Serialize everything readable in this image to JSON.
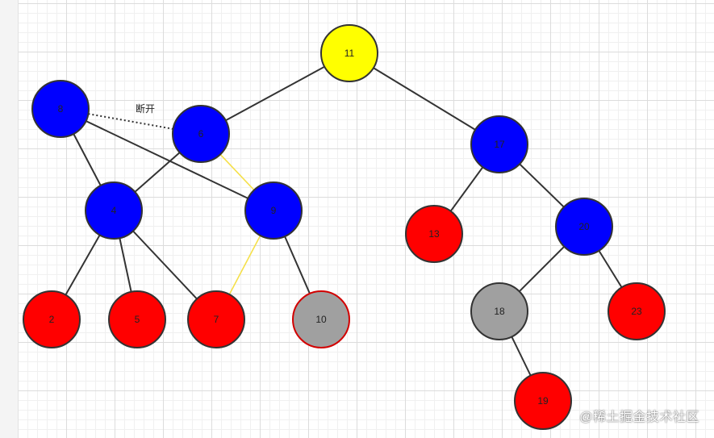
{
  "diagram": {
    "annotation": "断开",
    "colors": {
      "red": "#ff0000",
      "blue": "#0000ff",
      "yellow": "#ffff00",
      "gray": "#a0a0a0",
      "stroke": "#333333",
      "edge": "#333333",
      "highlight_edge": "#f5e04a",
      "highlight_stroke": "#d20000"
    },
    "nodes": [
      {
        "id": "n11",
        "label": "11",
        "color": "yellow"
      },
      {
        "id": "n8",
        "label": "8",
        "color": "blue"
      },
      {
        "id": "n6",
        "label": "6",
        "color": "blue"
      },
      {
        "id": "n17",
        "label": "17",
        "color": "blue"
      },
      {
        "id": "n4",
        "label": "4",
        "color": "blue"
      },
      {
        "id": "n9",
        "label": "9",
        "color": "blue"
      },
      {
        "id": "n13",
        "label": "13",
        "color": "red"
      },
      {
        "id": "n20",
        "label": "20",
        "color": "blue"
      },
      {
        "id": "n2",
        "label": "2",
        "color": "red"
      },
      {
        "id": "n5",
        "label": "5",
        "color": "red"
      },
      {
        "id": "n7",
        "label": "7",
        "color": "red"
      },
      {
        "id": "n10",
        "label": "10",
        "color": "gray",
        "highlight": true
      },
      {
        "id": "n18",
        "label": "18",
        "color": "gray"
      },
      {
        "id": "n23",
        "label": "23",
        "color": "red"
      },
      {
        "id": "n19",
        "label": "19",
        "color": "red"
      }
    ],
    "edges": [
      {
        "from": "n11",
        "to": "n6",
        "style": "solid"
      },
      {
        "from": "n11",
        "to": "n17",
        "style": "solid"
      },
      {
        "from": "n8",
        "to": "n6",
        "style": "dotted"
      },
      {
        "from": "n8",
        "to": "n4",
        "style": "solid"
      },
      {
        "from": "n8",
        "to": "n9",
        "style": "solid"
      },
      {
        "from": "n6",
        "to": "n4",
        "style": "solid"
      },
      {
        "from": "n6",
        "to": "n9",
        "style": "yellow"
      },
      {
        "from": "n4",
        "to": "n2",
        "style": "solid"
      },
      {
        "from": "n4",
        "to": "n5",
        "style": "solid"
      },
      {
        "from": "n4",
        "to": "n7",
        "style": "solid"
      },
      {
        "from": "n9",
        "to": "n7",
        "style": "yellow"
      },
      {
        "from": "n9",
        "to": "n10",
        "style": "solid"
      },
      {
        "from": "n17",
        "to": "n13",
        "style": "solid"
      },
      {
        "from": "n17",
        "to": "n20",
        "style": "solid"
      },
      {
        "from": "n20",
        "to": "n18",
        "style": "solid"
      },
      {
        "from": "n20",
        "to": "n23",
        "style": "solid"
      },
      {
        "from": "n18",
        "to": "n19",
        "style": "solid"
      }
    ]
  },
  "watermark": "@稀土掘金技术社区"
}
